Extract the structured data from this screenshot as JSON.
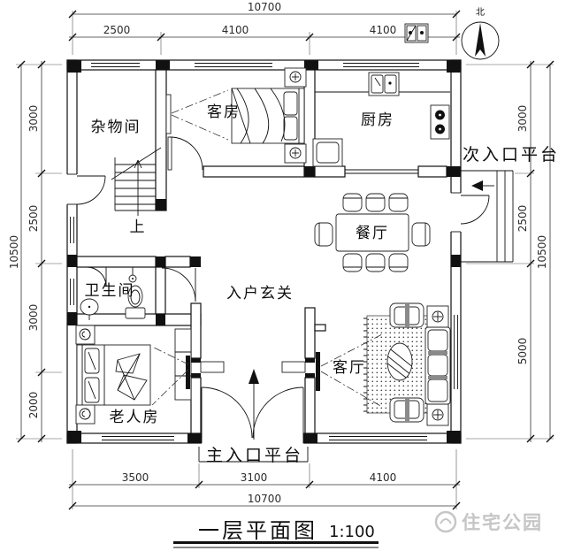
{
  "title": {
    "text": "一层平面图",
    "scale": "1:100"
  },
  "watermark": {
    "text": "住宅公园"
  },
  "north": {
    "label": "北"
  },
  "rooms": {
    "storage": "杂物间",
    "guest": "客房",
    "kitchen": "厨房",
    "dining": "餐厅",
    "bath": "卫生间",
    "foyer": "入户玄关",
    "living": "客厅",
    "elder": "老人房"
  },
  "labels": {
    "secondary_entrance": "次入口平台",
    "main_entrance": "主入口平台",
    "stair_up": "上"
  },
  "dims": {
    "top_total": "10700",
    "top": [
      "2500",
      "4100",
      "4100"
    ],
    "bottom_total": "10700",
    "bottom": [
      "3500",
      "3100",
      "4100"
    ],
    "left_total": "10500",
    "left": [
      "3000",
      "2500",
      "3000",
      "2000"
    ],
    "right_total": "10500",
    "right": [
      "3000",
      "2500",
      "5000"
    ]
  },
  "colors": {
    "line": "#111111",
    "dimension": "#2b2b2b",
    "watermark": "#c6c6c6"
  }
}
